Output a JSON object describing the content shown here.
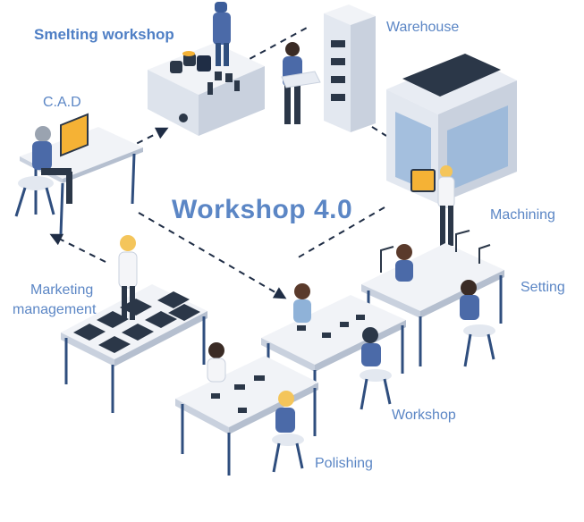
{
  "labels": {
    "smelting": "Smelting workshop",
    "warehouse": "Warehouse",
    "cad": "C.A.D",
    "center": "Workshop 4.0",
    "machining": "Machining",
    "marketing_line1": "Marketing",
    "marketing_line2": "management",
    "setting": "Setting",
    "workshop": "Workshop",
    "polishing": "Polishing"
  },
  "colors": {
    "label": "#5b86c5",
    "desk_top": "#f1f3f7",
    "desk_side": "#c9d1de",
    "leg": "#2f4e7e",
    "arrow": "#1f2d45",
    "dark_panel": "#2b3748",
    "screen_orange": "#f5b235",
    "hair_blonde": "#f4c55b",
    "shirt_blue": "#4b6aa8"
  }
}
